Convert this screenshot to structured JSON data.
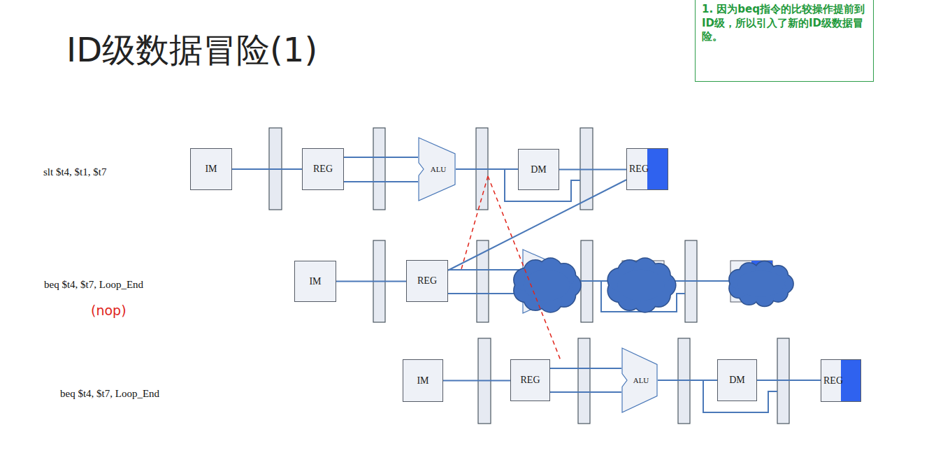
{
  "diagram": {
    "title": "ID级数据冒险(1)",
    "nodes": [
      {
        "text": [
          "1. 因为beq指令的比较操作提前到ID级，所以引入了新的ID级数据冒险。"
        ]
      },
      {
        "text": [
          "IM"
        ]
      },
      {
        "text": [
          "REG"
        ]
      },
      {
        "text": [
          "ALU"
        ]
      },
      {
        "text": [
          "DM"
        ]
      },
      {
        "text": [
          "REG"
        ]
      },
      {
        "text": [
          "IM"
        ]
      },
      {
        "text": [
          "REG"
        ]
      },
      {
        "text": [
          "IM"
        ]
      },
      {
        "text": [
          "REG"
        ]
      },
      {
        "text": [
          "ALU"
        ]
      },
      {
        "text": [
          "DM"
        ]
      },
      {
        "text": [
          "REG"
        ]
      }
    ],
    "edges": [
      {
        "from": 1,
        "to": 2,
        "arrow": "none"
      },
      {
        "from": 2,
        "to": 3,
        "arrow": "none"
      },
      {
        "from": 3,
        "to": 4,
        "arrow": "none"
      },
      {
        "from": 4,
        "to": 5,
        "arrow": "none"
      },
      {
        "from": 5,
        "to": 7,
        "arrow": "none"
      },
      {
        "from": 6,
        "to": 7,
        "arrow": "none"
      },
      {
        "from": 8,
        "to": 9,
        "arrow": "none"
      },
      {
        "from": 9,
        "to": 10,
        "arrow": "none"
      },
      {
        "from": 10,
        "to": 11,
        "arrow": "none"
      },
      {
        "from": 11,
        "to": 12,
        "arrow": "none"
      }
    ],
    "labels": [
      "slt $t4, $t1, $t7",
      "beq $t4, $t7, Loop_End",
      "(nop)",
      "beq $t4, $t7, Loop_End"
    ]
  }
}
